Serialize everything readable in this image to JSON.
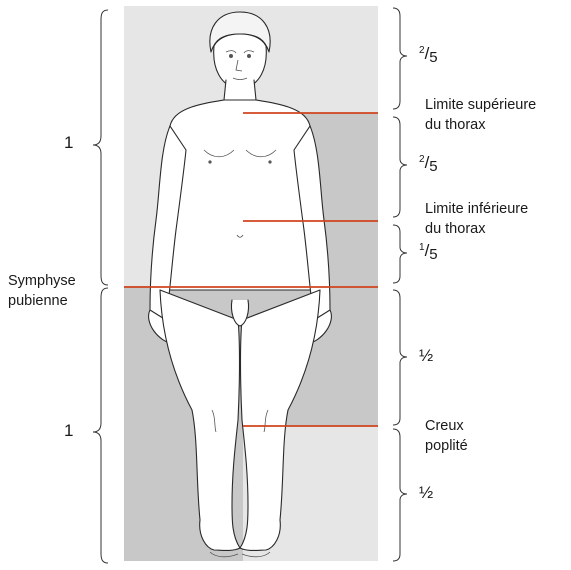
{
  "colors": {
    "panel_light": "#e6e6e6",
    "panel_dark": "#c8c8c8",
    "line_red": "#d0441f",
    "outline": "#2a2a2a",
    "bracket": "#333333"
  },
  "icons": [
    "human-figure-outline"
  ],
  "segments_left": [
    {
      "value": "1"
    },
    {
      "value": "1"
    }
  ],
  "segments_right": [
    {
      "numerator": "2",
      "denominator": "5"
    },
    {
      "numerator": "2",
      "denominator": "5"
    },
    {
      "numerator": "1",
      "denominator": "5"
    },
    {
      "text": "½"
    },
    {
      "text": "½"
    }
  ],
  "labels": {
    "upper_thorax": [
      "Limite supérieure",
      "du thorax"
    ],
    "lower_thorax": [
      "Limite inférieure",
      "du thorax"
    ],
    "symphysis": [
      "Symphyse",
      "pubienne"
    ],
    "popliteal": [
      "Creux",
      "poplité"
    ]
  }
}
